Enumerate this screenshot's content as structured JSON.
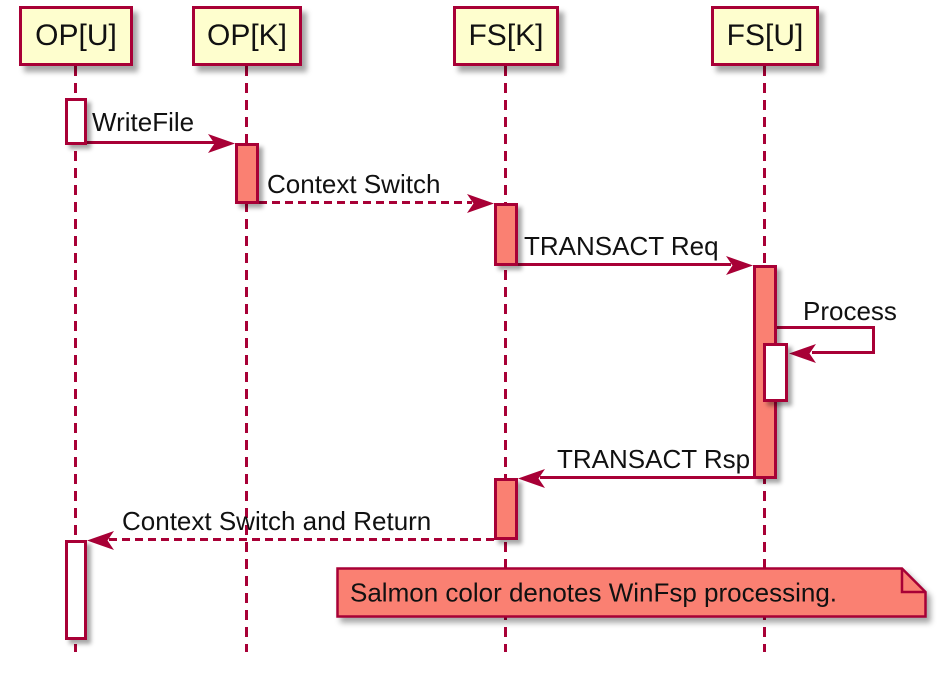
{
  "diagram": {
    "type": "uml-sequence",
    "participants": [
      {
        "label": "OP[U]"
      },
      {
        "label": "OP[K]"
      },
      {
        "label": "FS[K]"
      },
      {
        "label": "FS[U]"
      }
    ],
    "messages": [
      {
        "label": "WriteFile",
        "from": "OP[U]",
        "to": "OP[K]",
        "style": "solid"
      },
      {
        "label": "Context Switch",
        "from": "OP[K]",
        "to": "FS[K]",
        "style": "dashed"
      },
      {
        "label": "TRANSACT Req",
        "from": "FS[K]",
        "to": "FS[U]",
        "style": "solid"
      },
      {
        "label": "Process",
        "from": "FS[U]",
        "to": "FS[U]",
        "style": "self"
      },
      {
        "label": "TRANSACT Rsp",
        "from": "FS[U]",
        "to": "FS[K]",
        "style": "solid"
      },
      {
        "label": "Context Switch and Return",
        "from": "FS[K]",
        "to": "OP[U]",
        "style": "dashed"
      }
    ],
    "note": {
      "text": "Salmon color denotes WinFsp processing."
    },
    "colors": {
      "border": "#A80036",
      "participant_fill": "#FEFECE",
      "activation_salmon": "#FA8072",
      "activation_white": "#FFFFFF",
      "text": "#111111",
      "background": "#FFFFFF"
    }
  }
}
